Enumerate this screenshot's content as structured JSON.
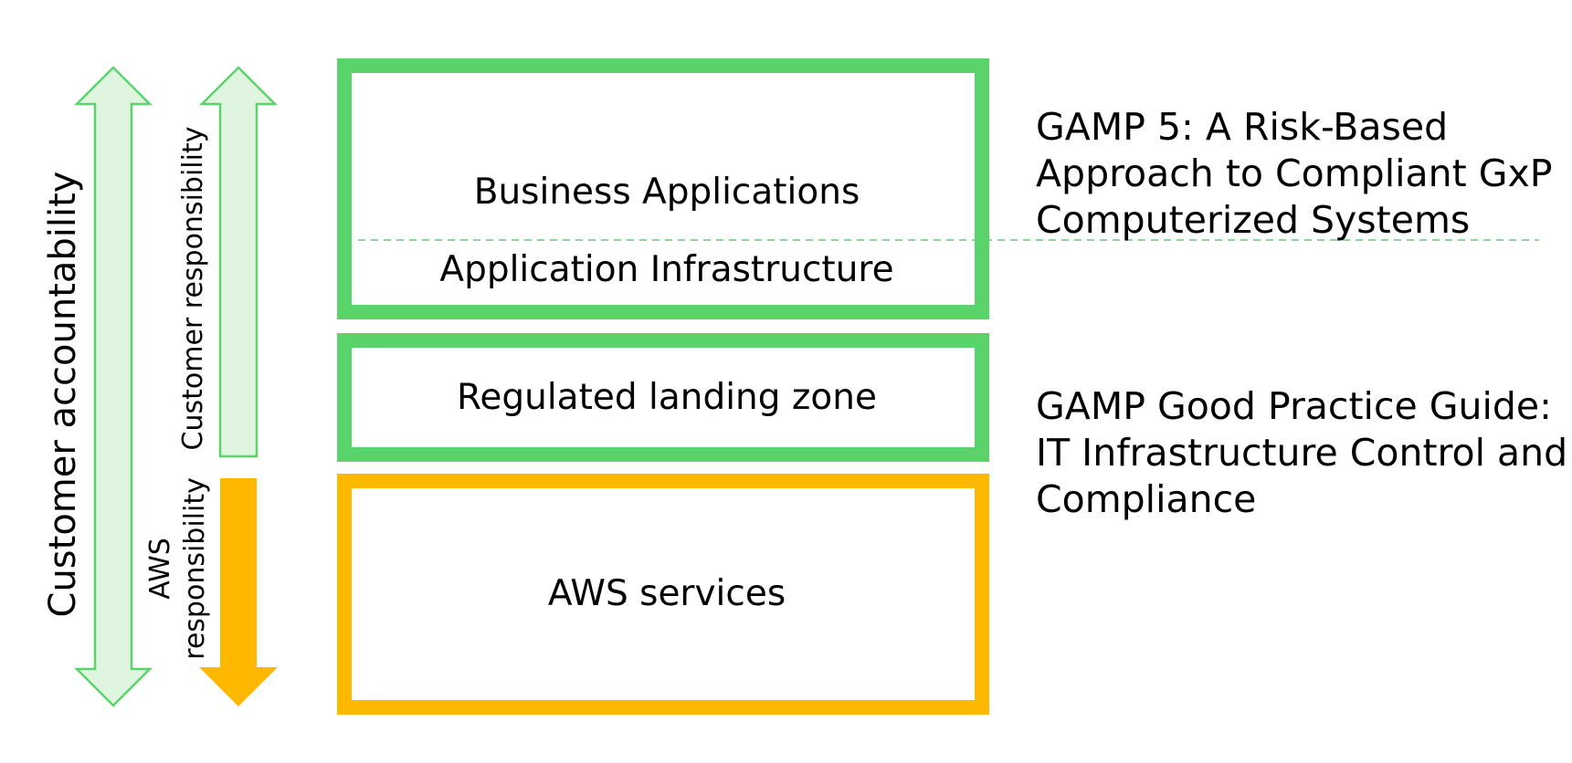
{
  "colors": {
    "green": "#5ad36b",
    "green_fill": "#dff5e0",
    "orange": "#ffb800",
    "dashed": "#5ad36b"
  },
  "arrows": {
    "customer_accountability": "Customer accountability",
    "customer_responsibility": "Customer responsibility",
    "aws_responsibility_line1": "AWS",
    "aws_responsibility_line2": "responsibility"
  },
  "boxes": {
    "business_applications": "Business Applications",
    "application_infrastructure": "Application Infrastructure",
    "regulated_landing_zone": "Regulated landing zone",
    "aws_services": "AWS services"
  },
  "guides": {
    "gamp5": [
      "GAMP 5: A Risk-Based",
      "Approach to Compliant GxP",
      "Computerized Systems"
    ],
    "gamp_gpg": [
      "GAMP Good Practice Guide:",
      "IT Infrastructure Control and",
      "Compliance"
    ]
  }
}
